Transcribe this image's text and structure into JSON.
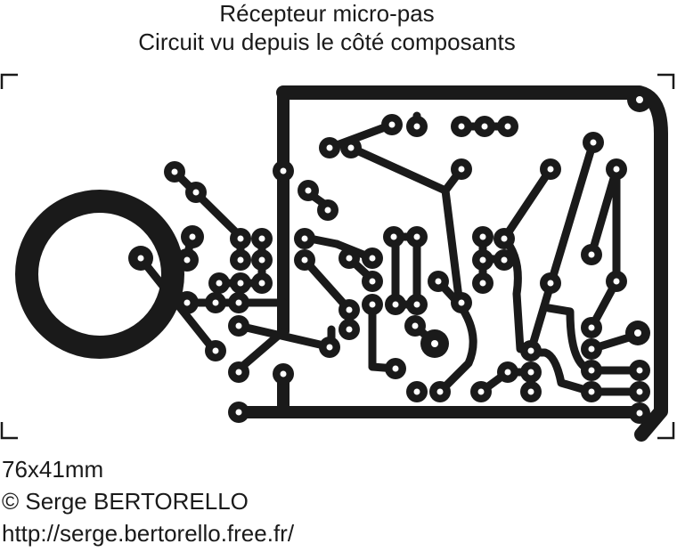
{
  "header": {
    "title": "Récepteur micro-pas",
    "subtitle": "Circuit vu depuis le côté composants"
  },
  "footer": {
    "size": "76x41mm",
    "author": "© Serge BERTORELLO",
    "url": "http://serge.bertorello.free.fr/"
  },
  "colors": {
    "copper": "#1a1a1a",
    "background": "#ffffff"
  }
}
